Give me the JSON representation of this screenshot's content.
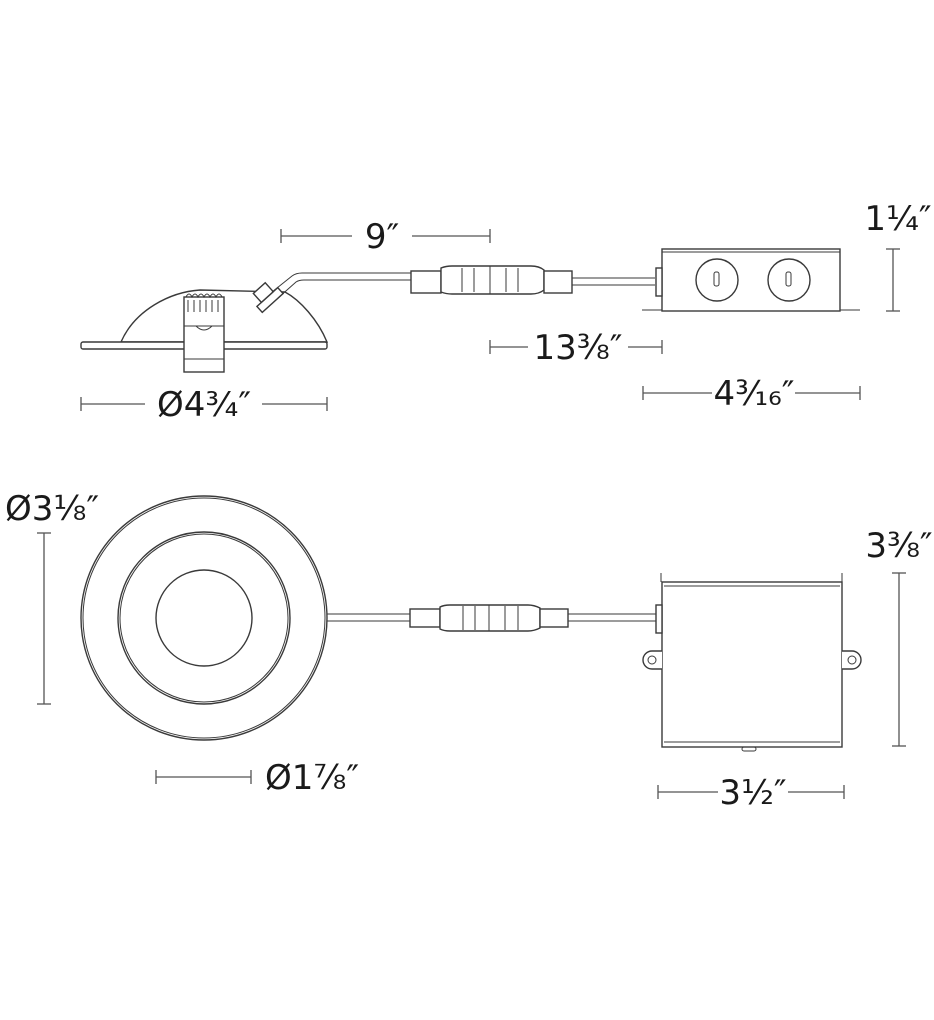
{
  "diagram": {
    "title": "Recessed LED downlight with remote junction box – dimension drawing",
    "background": "#ffffff",
    "line_color": "#3a3a3a",
    "side_view": {
      "fixture_diameter": "Ø4¾″",
      "cable_length_fixture_to_connector": "9″",
      "cable_length_connector_to_box": "13⅜″",
      "junction_box_length": "4³⁄₁₆″",
      "junction_box_height": "1¼″"
    },
    "top_view": {
      "trim_diameter": "Ø3⅛″",
      "aperture_diameter": "Ø1⅞″",
      "junction_box_width": "3½″",
      "junction_box_depth": "3⅜″"
    }
  }
}
